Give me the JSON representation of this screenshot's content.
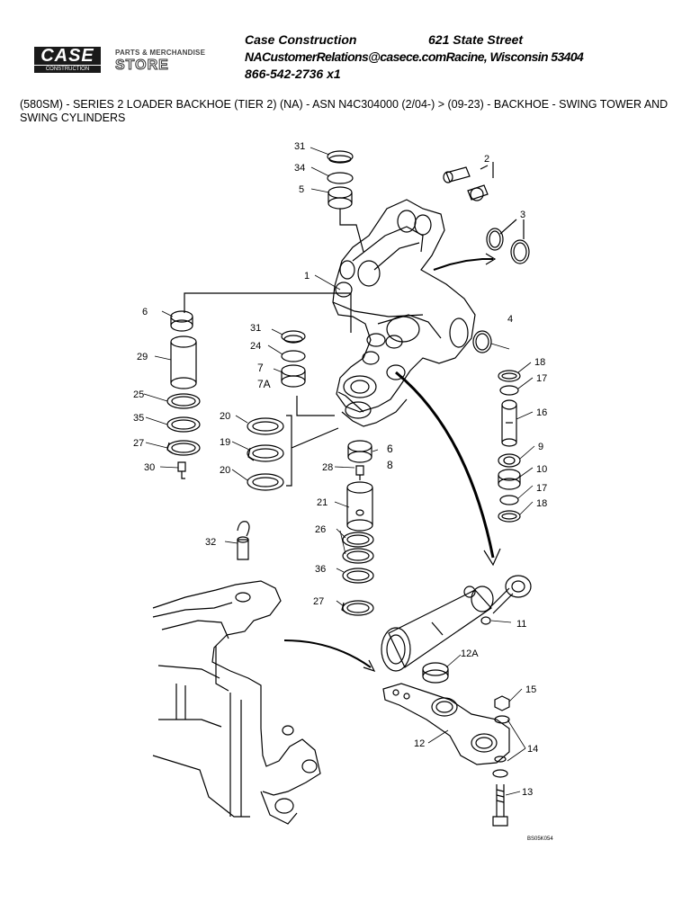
{
  "logo": {
    "brand": "CASE",
    "subbrand": "CONSTRUCTION",
    "store_top": "PARTS & MERCHANDISE",
    "store_big": "STORE"
  },
  "header": {
    "company": "Case Construction",
    "street": "621 State Street",
    "email_city": "NACustomerRelations@casece.comRacine, Wisconsin 53404",
    "phone": "866-542-2736 x1"
  },
  "title": "(580SM) - SERIES 2 LOADER BACKHOE (TIER 2) (NA) - ASN N4C304000 (2/04-) > (09-23) - BACKHOE - SWING TOWER AND SWING CYLINDERS",
  "diagram_code": "BS05K054",
  "callouts": {
    "c31a": "31",
    "c34": "34",
    "c5": "5",
    "c2": "2",
    "c3": "3",
    "c1": "1",
    "c4": "4",
    "c6a": "6",
    "c29": "29",
    "c25": "25",
    "c35": "35",
    "c27a": "27",
    "c30": "30",
    "c31b": "31",
    "c24": "24",
    "c7": "7",
    "c7a": "7A",
    "c20a": "20",
    "c19": "19",
    "c20b": "20",
    "c6b": "6",
    "c8": "8",
    "c28": "28",
    "c21": "21",
    "c26": "26",
    "c36": "36",
    "c27b": "27",
    "c18a": "18",
    "c17a": "17",
    "c16": "16",
    "c9": "9",
    "c10": "10",
    "c17b": "17",
    "c18b": "18",
    "c32": "32",
    "c11": "11",
    "c12a": "12A",
    "c15": "15",
    "c12": "12",
    "c14": "14",
    "c13": "13"
  }
}
